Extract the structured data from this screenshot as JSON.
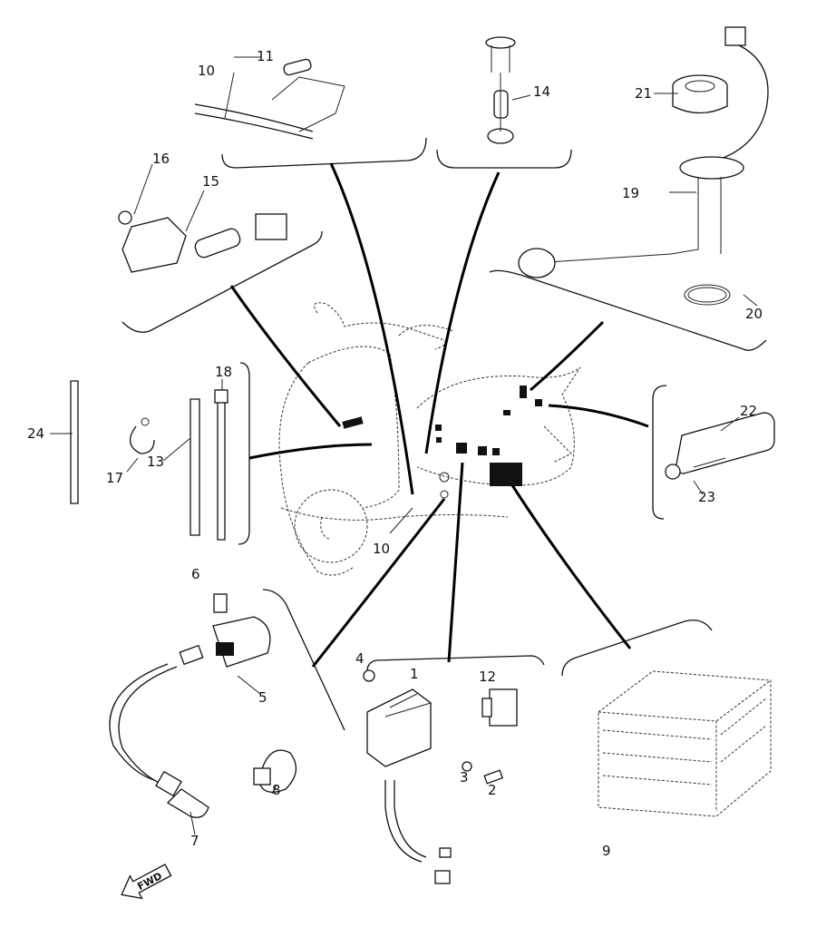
{
  "diagram": {
    "callouts": {
      "c10_top": "10",
      "c11": "11",
      "c14": "14",
      "c21": "21",
      "c19": "19",
      "c20": "20",
      "c16": "16",
      "c15": "15",
      "c18": "18",
      "c24": "24",
      "c17": "17",
      "c13": "13",
      "c22": "22",
      "c23": "23",
      "c10_bottom": "10",
      "c6": "6",
      "c5": "5",
      "c4": "4",
      "c1": "1",
      "c12": "12",
      "c8": "8",
      "c7": "7",
      "c3": "3",
      "c2": "2",
      "c9": "9"
    },
    "direction_arrow": "FWD"
  }
}
